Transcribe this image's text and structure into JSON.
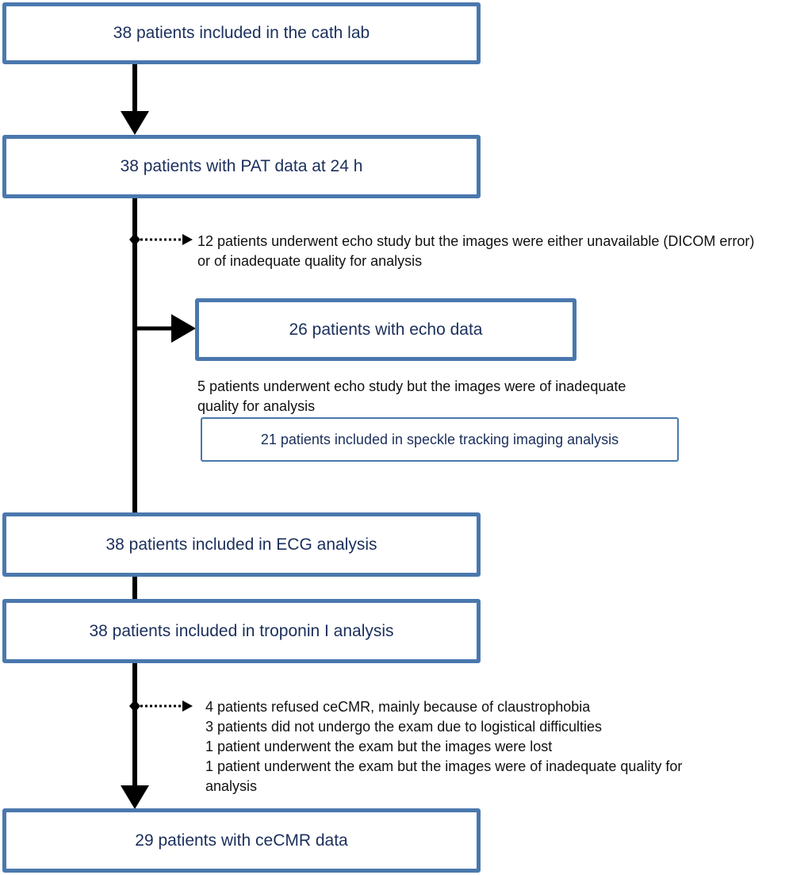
{
  "colors": {
    "box_border": "#4a78ad",
    "box_text": "#1b2f5c",
    "lines": "#000000"
  },
  "boxes": {
    "cath_lab": "38 patients included in the cath lab",
    "pat": "38 patients with PAT data at 24 h",
    "echo": "26 patients with echo data",
    "speckle": "21 patients included in speckle tracking imaging analysis",
    "ecg": "38 patients included in ECG analysis",
    "troponin": "38 patients included in troponin I analysis",
    "cecmr": "29 patients with ceCMR data"
  },
  "notes": {
    "echo_excluded": [
      "12 patients underwent echo study but the images were either unavailable (DICOM error)",
      "or of inadequate quality for analysis"
    ],
    "speckle_excluded": [
      "5 patients underwent echo study but the images were of inadequate",
      "quality for analysis"
    ],
    "cecmr_excluded": [
      "4 patients refused ceCMR, mainly because of claustrophobia",
      "3 patients did not undergo the exam due to logistical difficulties",
      "1 patient underwent the exam but the images were lost",
      "1 patient underwent the exam but the images were of inadequate quality for",
      "analysis"
    ]
  }
}
